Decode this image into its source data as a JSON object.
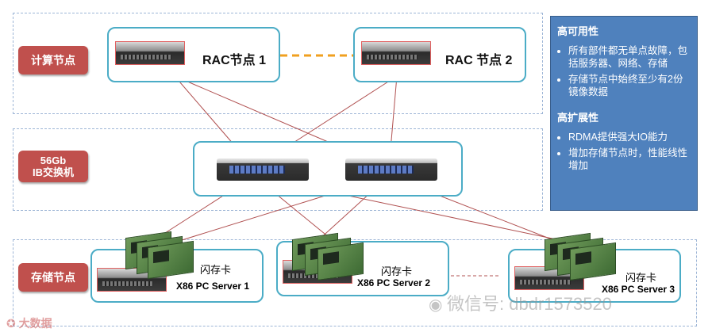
{
  "zones": {
    "compute_label": "计算节点",
    "switch_label_line1": "56Gb",
    "switch_label_line2": "IB交换机",
    "storage_label": "存储节点"
  },
  "compute_nodes": [
    {
      "title": "RAC节点 1"
    },
    {
      "title": "RAC 节点 2"
    }
  ],
  "storage_nodes": [
    {
      "card": "闪存卡",
      "server": "X86 PC Server 1"
    },
    {
      "card": "闪存卡",
      "server": "X86 PC Server 2"
    },
    {
      "card": "闪存卡",
      "server": "X86 PC Server 3"
    }
  ],
  "side_panel": {
    "section1_title": "高可用性",
    "section1_items": [
      "所有部件都无单点故障，包括服务器、网络、存储",
      "存储节点中始终至少有2份镜像数据"
    ],
    "section2_title": "高扩展性",
    "section2_items": [
      "RDMA提供强大IO能力",
      "增加存储节点时，性能线性增加"
    ]
  },
  "watermark": {
    "wechat": "微信号: dbdr1573520",
    "logo_text": "大数据"
  },
  "colors": {
    "zone_label": "#c0504d",
    "node_border": "#4bacc6",
    "panel": "#4f81bd",
    "link_line": "#b05050",
    "rac_link": "#f0a020"
  }
}
